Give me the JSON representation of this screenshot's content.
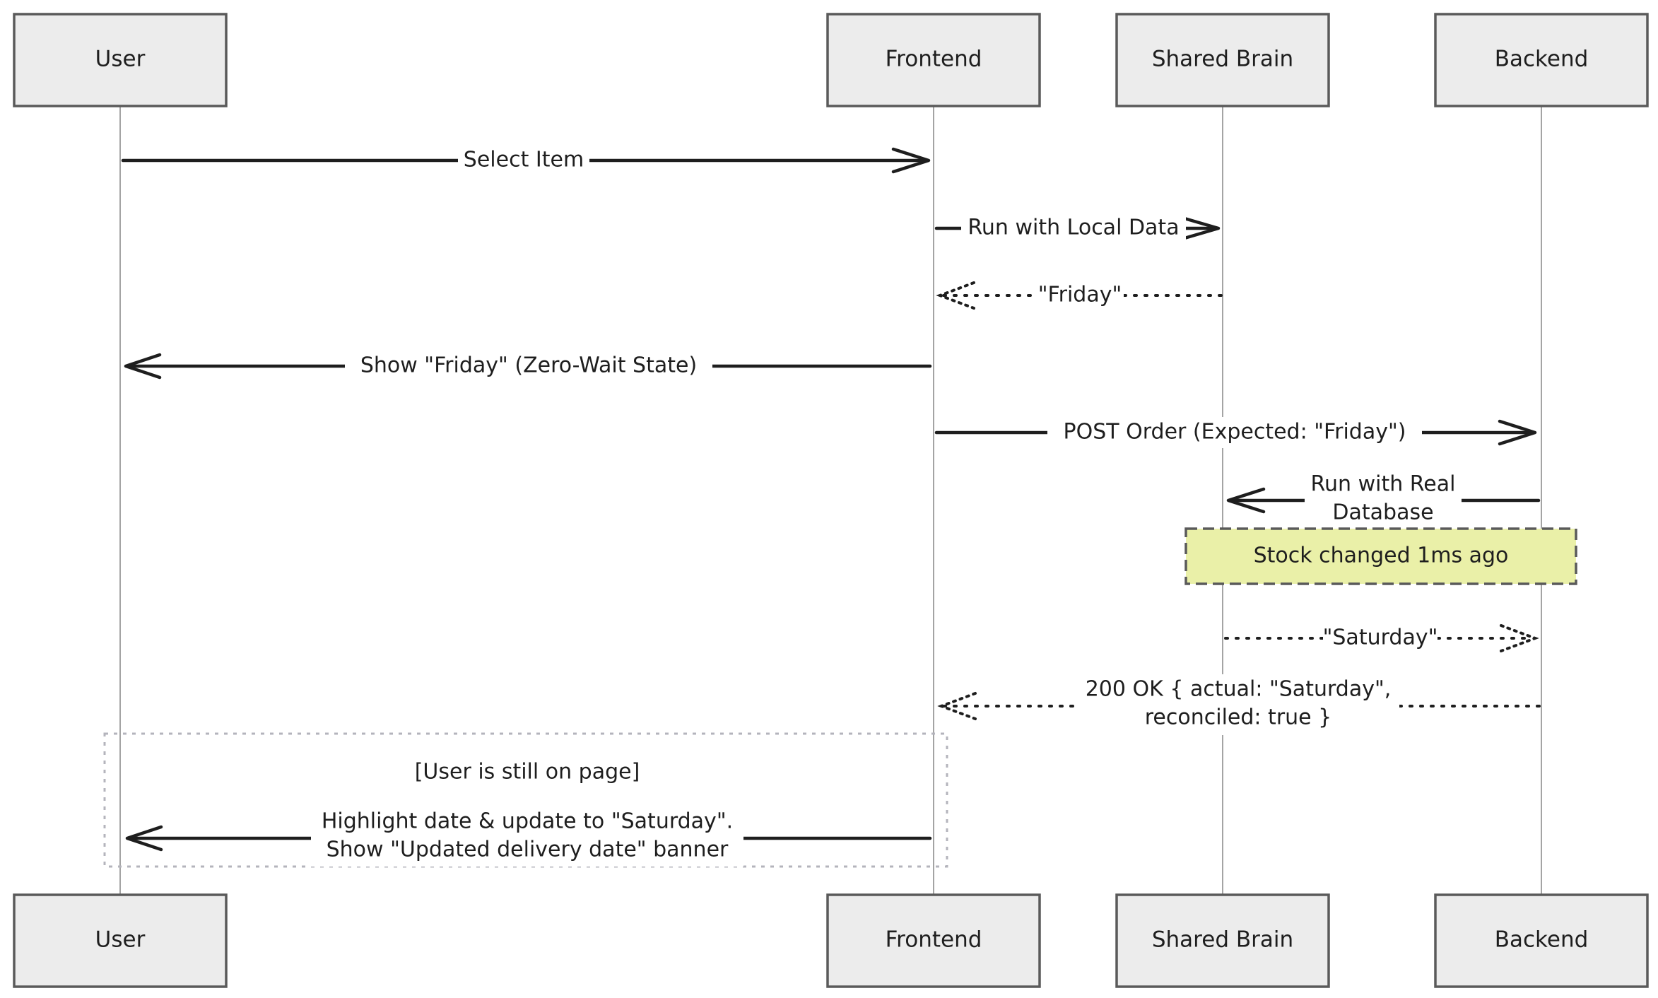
{
  "participants": [
    {
      "id": "user",
      "label": "User"
    },
    {
      "id": "frontend",
      "label": "Frontend"
    },
    {
      "id": "brain",
      "label": "Shared Brain"
    },
    {
      "id": "backend",
      "label": "Backend"
    }
  ],
  "messages": [
    {
      "id": "select-item",
      "from": "user",
      "to": "frontend",
      "style": "solid",
      "lines": [
        "Select Item"
      ]
    },
    {
      "id": "run-local",
      "from": "frontend",
      "to": "brain",
      "style": "solid",
      "lines": [
        "Run with Local Data"
      ]
    },
    {
      "id": "friday-return",
      "from": "brain",
      "to": "frontend",
      "style": "dotted",
      "lines": [
        "\"Friday\""
      ]
    },
    {
      "id": "show-friday",
      "from": "frontend",
      "to": "user",
      "style": "solid",
      "lines": [
        "Show \"Friday\" (Zero-Wait State)"
      ]
    },
    {
      "id": "post-order",
      "from": "frontend",
      "to": "backend",
      "style": "solid",
      "lines": [
        "POST Order (Expected: \"Friday\")"
      ]
    },
    {
      "id": "run-real",
      "from": "backend",
      "to": "brain",
      "style": "solid",
      "lines": [
        "Run with Real",
        "Database"
      ]
    },
    {
      "id": "saturday-return",
      "from": "brain",
      "to": "backend",
      "style": "dotted",
      "lines": [
        "\"Saturday\""
      ]
    },
    {
      "id": "ok-response",
      "from": "backend",
      "to": "frontend",
      "style": "dotted",
      "lines": [
        "200 OK { actual: \"Saturday\",",
        "reconciled: true }"
      ]
    },
    {
      "id": "highlight-update",
      "from": "frontend",
      "to": "user",
      "style": "solid",
      "lines": [
        "Highlight date & update to \"Saturday\".",
        "Show \"Updated delivery date\" banner"
      ]
    }
  ],
  "note": {
    "text": "Stock changed 1ms ago",
    "fill": "#eaf0a8"
  },
  "loop": {
    "label": "[User is still on page]"
  }
}
